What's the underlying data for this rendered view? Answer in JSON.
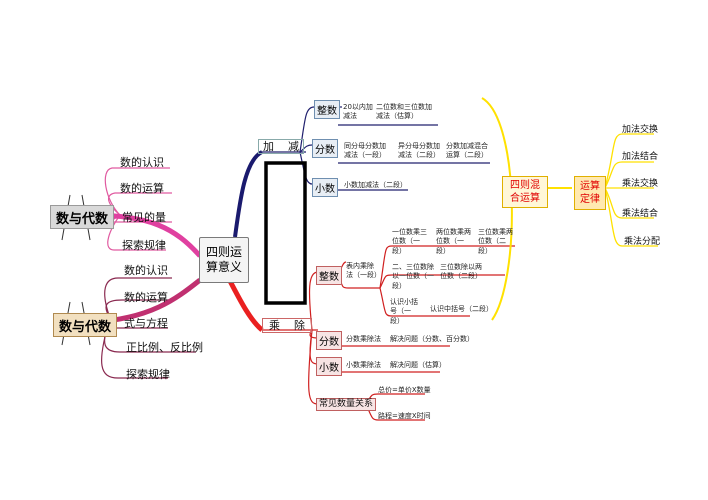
{
  "left_top": {
    "title": "数与代数",
    "items": [
      "数的认识",
      "数的运算",
      "常见的量",
      "探索规律"
    ]
  },
  "left_bottom": {
    "title": "数与代数",
    "items": [
      "数的认识",
      "数的运算",
      "式与方程",
      "正比例、反比例",
      "探索规律"
    ]
  },
  "center": {
    "line1": "四则运",
    "line2": "算意义"
  },
  "add_sub": {
    "label": "加    减",
    "integer": {
      "label": "整数",
      "a": "20以内加减法",
      "b": "二位数和三位数加减法（估算）"
    },
    "fraction": {
      "label": "分数",
      "a": "同分母分数加减法（一段）",
      "b": "异分母分数加减法（二段）",
      "c": "分数加减混合运算（二段）"
    },
    "decimal": {
      "label": "小数",
      "a": "小数加减法（二段）"
    }
  },
  "mul_div": {
    "label": "乘    除",
    "integer": {
      "label": "整数",
      "a": "表内乘除法（一段）",
      "b": "一位数乘三位数（一段）",
      "c": "两位数乘两位数（一段）",
      "d": "三位数乘两位数（二段）",
      "e": "二、三位数除以一位数（一段）",
      "f": "三位数除以两位数（二段）",
      "g": "认识小括号（一段）",
      "h": "认识中括号（二段）"
    },
    "fraction": {
      "label": "分数",
      "a": "分数乘除法",
      "b": "解决问题（分数、百分数）"
    },
    "decimal": {
      "label": "小数",
      "a": "小数乘除法",
      "b": "解决问题（估算）"
    },
    "quantity": {
      "label": "常见数量关系",
      "a": "总价=单价X数量",
      "b": "路程=速度X时间"
    }
  },
  "mixed": {
    "line1": "四则混",
    "line2": "合运算"
  },
  "laws": {
    "line1": "运算",
    "line2": "定律",
    "items": [
      "加法交换",
      "加法结合",
      "乘法交换",
      "乘法结合",
      "乘法分配"
    ]
  }
}
